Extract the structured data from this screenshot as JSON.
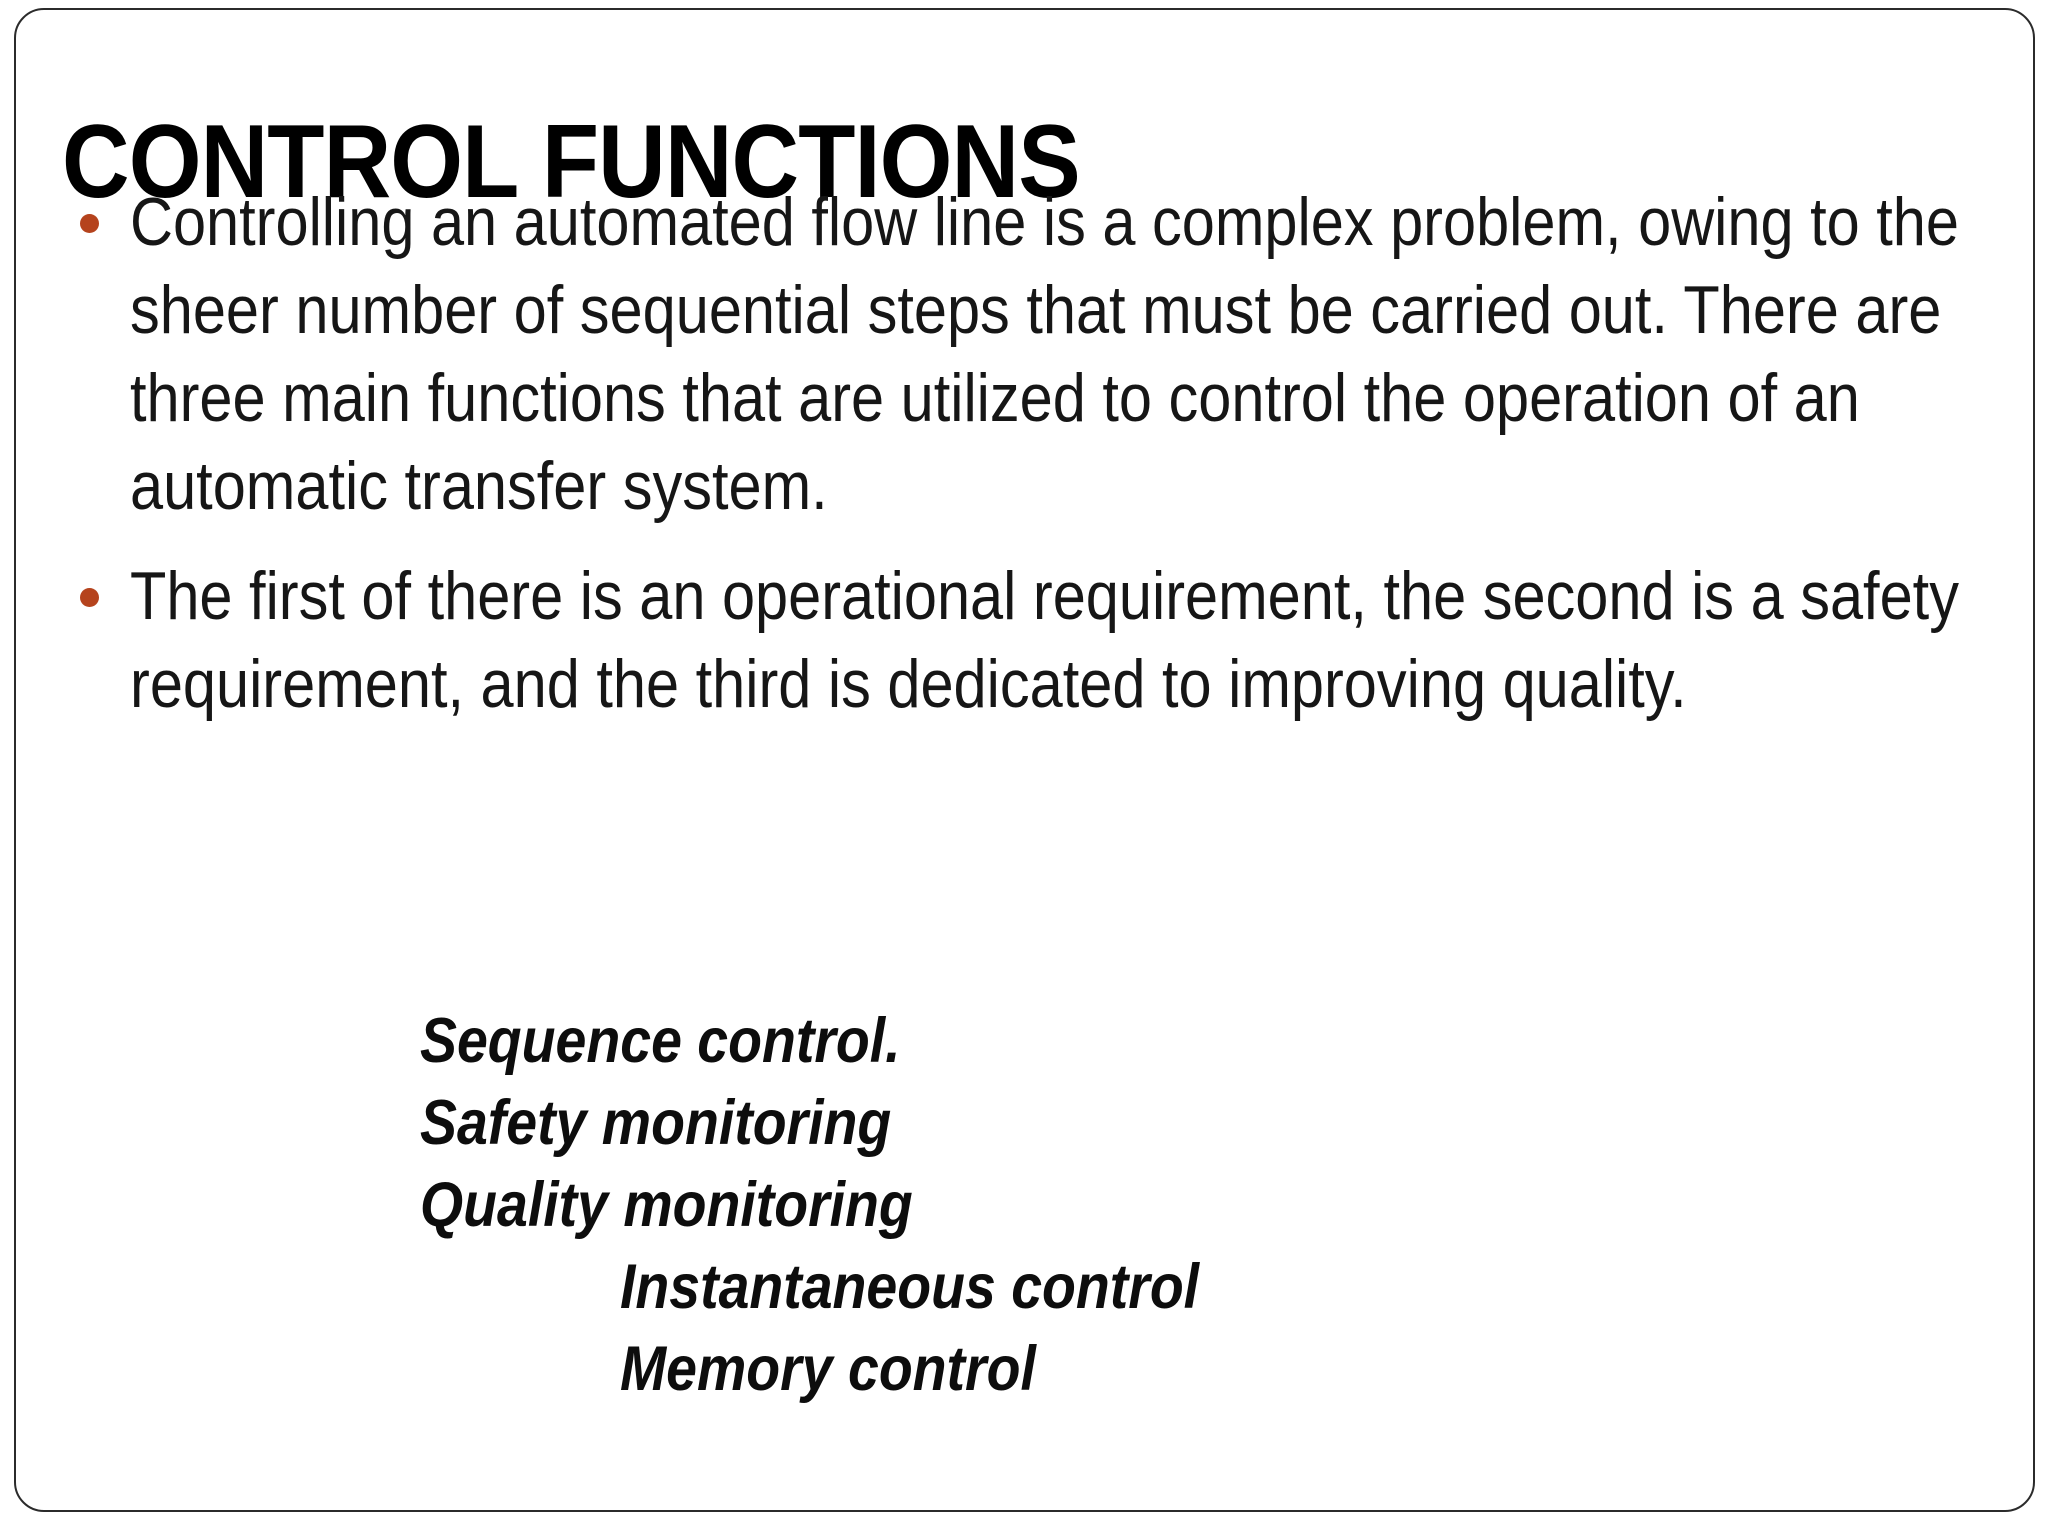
{
  "slide": {
    "title": "CONTROL FUNCTIONS",
    "accent_color": "#b5431d",
    "text_color": "#161616",
    "background_color": "#ffffff",
    "border_color": "#2b2b2b",
    "bullets": [
      {
        "marker": "bullet-dot",
        "text": "Controlling an automated flow line is a complex problem, owing to the sheer number of sequential steps that must be carried out. There are three main functions that are utilized to control the operation of an automatic transfer system."
      },
      {
        "marker": "bullet-dot",
        "text": "The first of there is an operational requirement, the second is a safety requirement, and the third is dedicated to improving quality."
      }
    ],
    "functions": [
      {
        "label": "Sequence control.",
        "indent": 1
      },
      {
        "label": "Safety monitoring",
        "indent": 1
      },
      {
        "label": "Quality monitoring",
        "indent": 1
      },
      {
        "label": "Instantaneous control",
        "indent": 2
      },
      {
        "label": "Memory control",
        "indent": 2
      }
    ]
  }
}
